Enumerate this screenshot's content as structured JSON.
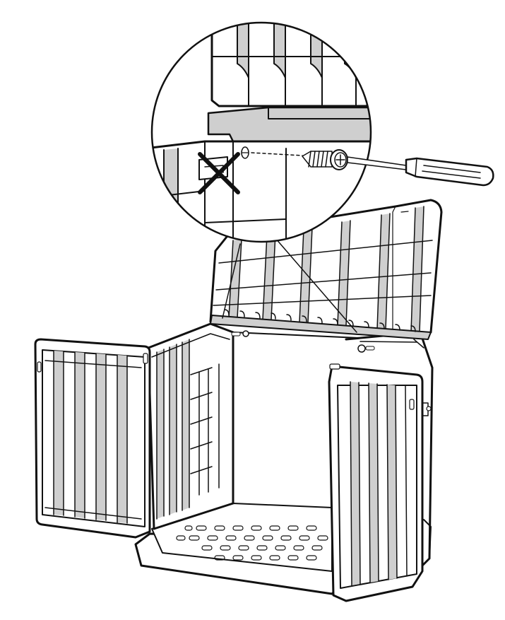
{
  "figure": {
    "subject": "storage-shed-lid-hinge-screw-assembly",
    "callout": "zoom-detail",
    "marks": {
      "prohibited": "cross-mark",
      "tool": "screwdriver-icon",
      "fastener": "screw-icon"
    },
    "colors": {
      "line": "#111111",
      "panel_shade": "#cfcfcf",
      "background": "#ffffff"
    }
  }
}
